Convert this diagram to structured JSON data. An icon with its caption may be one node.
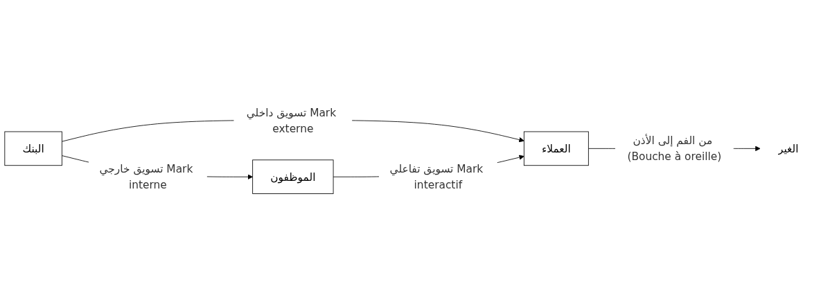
{
  "diagram": {
    "nodes": [
      {
        "text": [
          "البنك"
        ]
      },
      {
        "text": [
          "الموظفون"
        ]
      },
      {
        "text": [
          "العملاء"
        ]
      },
      {
        "text": [
          "الغير"
        ]
      }
    ],
    "edges": [
      {
        "from": 0,
        "to": 1,
        "arrow": "to",
        "label": "تسويق خارجي Mark interne"
      },
      {
        "from": 0,
        "to": 2,
        "arrow": "to",
        "label": "تسويق داخلي Mark externe"
      },
      {
        "from": 1,
        "to": 2,
        "arrow": "to",
        "label": "تسويق تفاعلي Mark interactif"
      },
      {
        "from": 2,
        "to": 3,
        "arrow": "to",
        "label": "من الفم إلى الأذن (Bouche à oreille)"
      }
    ]
  }
}
